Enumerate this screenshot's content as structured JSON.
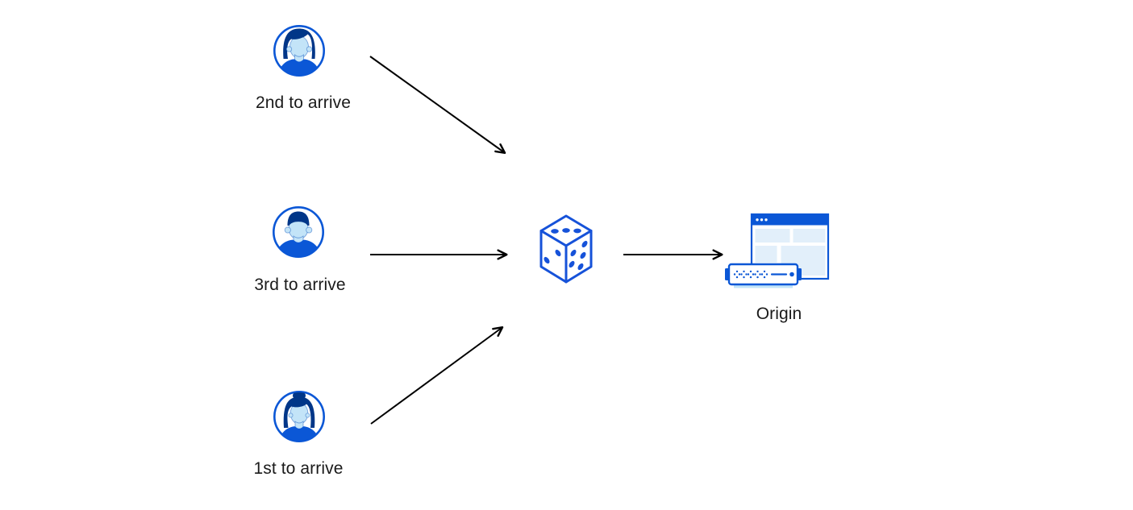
{
  "colors": {
    "background": "#ffffff",
    "primary_blue": "#0b57d6",
    "dice_blue": "#1652d9",
    "hair_dark_blue": "#003688",
    "skin_light_blue": "#c3e4f8",
    "panel_light_blue": "#e2effa",
    "arrow_black": "#000000",
    "label_text": "#1a1a1a"
  },
  "nodes": {
    "user_second": {
      "label": "2nd to arrive",
      "icon": "male-user-avatar-icon"
    },
    "user_third": {
      "label": "3rd to arrive",
      "icon": "male-flattop-user-avatar-icon"
    },
    "user_first": {
      "label": "1st to arrive",
      "icon": "female-user-avatar-icon"
    },
    "randomizer": {
      "icon": "dice-icon"
    },
    "origin": {
      "label": "Origin",
      "icon": "origin-browser-and-server-icon"
    }
  },
  "edges": [
    {
      "from": "user_second",
      "to": "randomizer"
    },
    {
      "from": "user_third",
      "to": "randomizer"
    },
    {
      "from": "user_first",
      "to": "randomizer"
    },
    {
      "from": "randomizer",
      "to": "origin"
    }
  ]
}
